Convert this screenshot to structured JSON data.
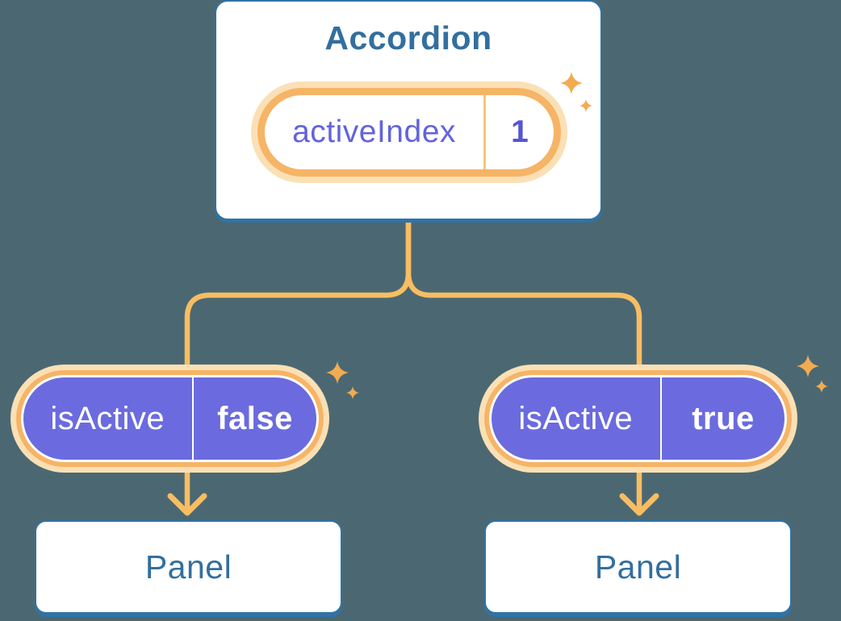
{
  "diagram": {
    "parent": {
      "title": "Accordion",
      "state": {
        "name": "activeIndex",
        "value": "1"
      }
    },
    "children": [
      {
        "side": "left",
        "prop": {
          "name": "isActive",
          "value": "false"
        },
        "panel": {
          "title": "Panel"
        }
      },
      {
        "side": "right",
        "prop": {
          "name": "isActive",
          "value": "true"
        },
        "panel": {
          "title": "Panel"
        }
      }
    ]
  },
  "icons": {
    "sparkle": "four-point-star-sparkle"
  },
  "colors": {
    "background": "#4B6872",
    "card_fill": "#FFFFFF",
    "card_border_blue": "#2F73A6",
    "heading_text_blue": "#336F9E",
    "state_name_purple": "#6363DC",
    "state_value_purple": "#5656D4",
    "prop_pill_purple": "#6B6BDF",
    "prop_pill_text": "#FFFFFF",
    "ring_orange": "#F6B466",
    "halo_orange": "#FBE0B5",
    "connector_orange": "#F8BD62",
    "sparkle_orange": "#F2AB51"
  }
}
